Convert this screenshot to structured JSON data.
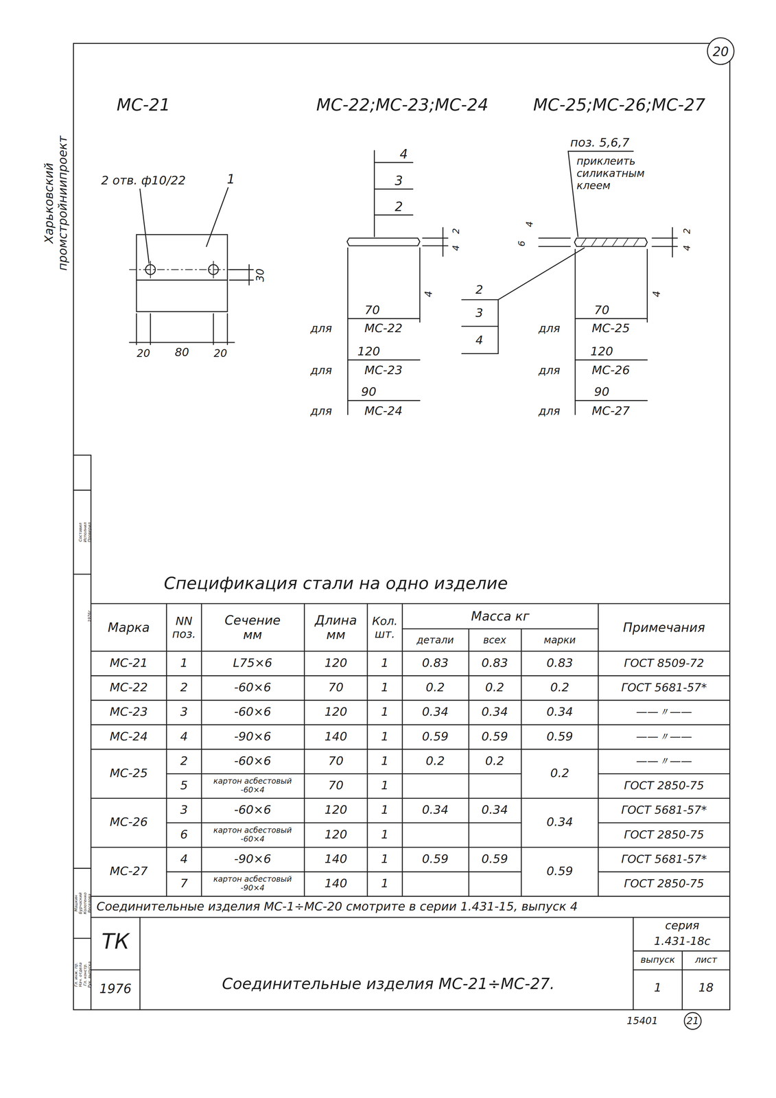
{
  "diagram": {
    "labels": [
      "20",
      "МС-21",
      "МС-22;МС-23;МС-24",
      "МС-25;МС-26;МС-27",
      "2 отв. ф10/22",
      "1",
      "30",
      "20",
      "80",
      "20",
      "4",
      "3",
      "2",
      "2",
      "4",
      "4",
      "70",
      "для",
      "МС-22",
      "120",
      "для",
      "МС-23",
      "90",
      "для",
      "МС-24",
      "поз. 5,6,7",
      "приклеить силикатным клеем",
      "4",
      "6",
      "2",
      "4",
      "4",
      "2",
      "3",
      "4",
      "70",
      "для",
      "МС-25",
      "120",
      "для",
      "МС-26",
      "90",
      "для",
      "МС-27",
      "Спецификация стали на одно изделие",
      "Марка",
      "NN поз.",
      "Сечение мм",
      "Длина мм",
      "Кол. шт.",
      "Масса кг",
      "детали",
      "всех",
      "марки",
      "Примечания",
      "МС-21",
      "1",
      "L75×6",
      "120",
      "1",
      "0.83",
      "0.83",
      "0.83",
      "ГОСТ 8509-72",
      "МС-22",
      "2",
      "-60×6",
      "70",
      "1",
      "0.2",
      "0.2",
      "0.2",
      "ГОСТ 5681-57*",
      "МС-23",
      "3",
      "-60×6",
      "120",
      "1",
      "0.34",
      "0.34",
      "0.34",
      "——〃——",
      "МС-24",
      "4",
      "-90×6",
      "140",
      "1",
      "0.59",
      "0.59",
      "0.59",
      "——〃——",
      "МС-25",
      "2",
      "-60×6",
      "70",
      "1",
      "0.2",
      "0.2",
      "——〃——",
      "5",
      "картон асбестовый -60×4",
      "70",
      "1",
      "ГОСТ 2850-75",
      "0.2",
      "МС-26",
      "3",
      "-60×6",
      "120",
      "1",
      "0.34",
      "0.34",
      "ГОСТ 5681-57*",
      "6",
      "картон асбестовый -60×4",
      "120",
      "1",
      "ГОСТ 2850-75",
      "0.34",
      "МС-27",
      "4",
      "-90×6",
      "140",
      "1",
      "0.59",
      "0.59",
      "ГОСТ 5681-57*",
      "7",
      "картон асбестовый -90×4",
      "140",
      "1",
      "ГОСТ 2850-75",
      "0.59",
      "Соединительные изделия МС-1÷МС-20 смотрите в серии 1.431-15, выпуск 4",
      "ТК",
      "1976",
      "Соединительные изделия МС-21÷МС-27.",
      "серия",
      "1.431-18с",
      "выпуск",
      "лист",
      "1",
      "18",
      "15401",
      "21",
      "Харьковский промстройниипроект",
      "Гл. инж. пр.",
      "Нач. отдела",
      "Гл. констр.",
      "Рук. выпуска",
      "Машкин",
      "Бурчаский",
      "Колотенко",
      "Веселова",
      "Составил",
      "Исполнил",
      "Проверил",
      "1976г"
    ]
  }
}
